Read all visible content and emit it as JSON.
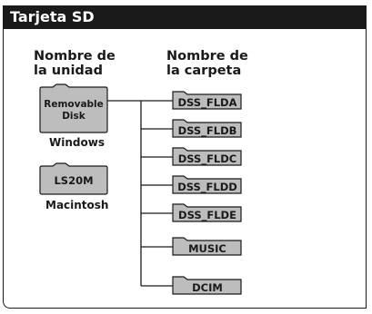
{
  "title": "Tarjeta SD",
  "drive_header": "Nombre de\nla unidad",
  "folder_header": "Nombre de\nla carpeta",
  "drives": [
    {
      "name_line1": "Removable",
      "name_line2": "Disk",
      "os": "Windows"
    },
    {
      "name_line1": "LS20M",
      "name_line2": "",
      "os": "Macintosh"
    }
  ],
  "folders": [
    "DSS_FLDA",
    "DSS_FLDB",
    "DSS_FLDC",
    "DSS_FLDD",
    "DSS_FLDE",
    "MUSIC",
    "DCIM"
  ],
  "colors": {
    "fill": "#bdbdbd",
    "line": "#1a1a1a",
    "header_bg": "#1a1a1a",
    "header_text": "#ffffff"
  }
}
